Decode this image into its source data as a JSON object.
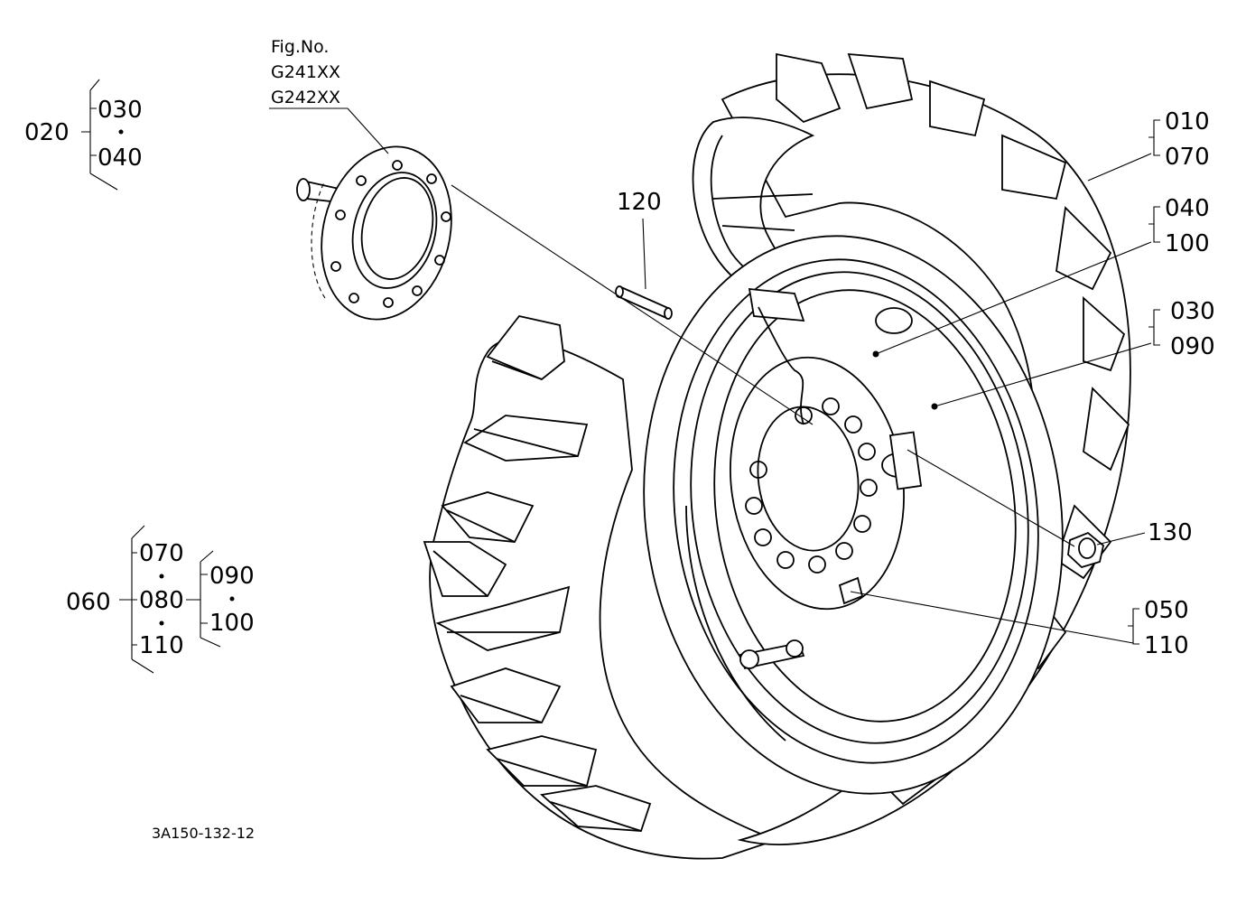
{
  "fig": {
    "heading": "Fig.No.",
    "codes": [
      "G241XX",
      "G242XX"
    ]
  },
  "drawing_number": "3A150-132-12",
  "groups": {
    "g020": {
      "parent": "020",
      "children": [
        "030",
        "040"
      ]
    },
    "g060": {
      "parent": "060",
      "children": [
        "070",
        "080",
        "110"
      ],
      "sub": [
        "090",
        "100"
      ]
    }
  },
  "callouts": {
    "c010": [
      "010",
      "070"
    ],
    "c040": [
      "040",
      "100"
    ],
    "c030": [
      "030",
      "090"
    ],
    "c050": [
      "050",
      "110"
    ],
    "c120": "120",
    "c130": "130"
  },
  "colors": {
    "ink": "#000000",
    "paper": "#ffffff"
  }
}
